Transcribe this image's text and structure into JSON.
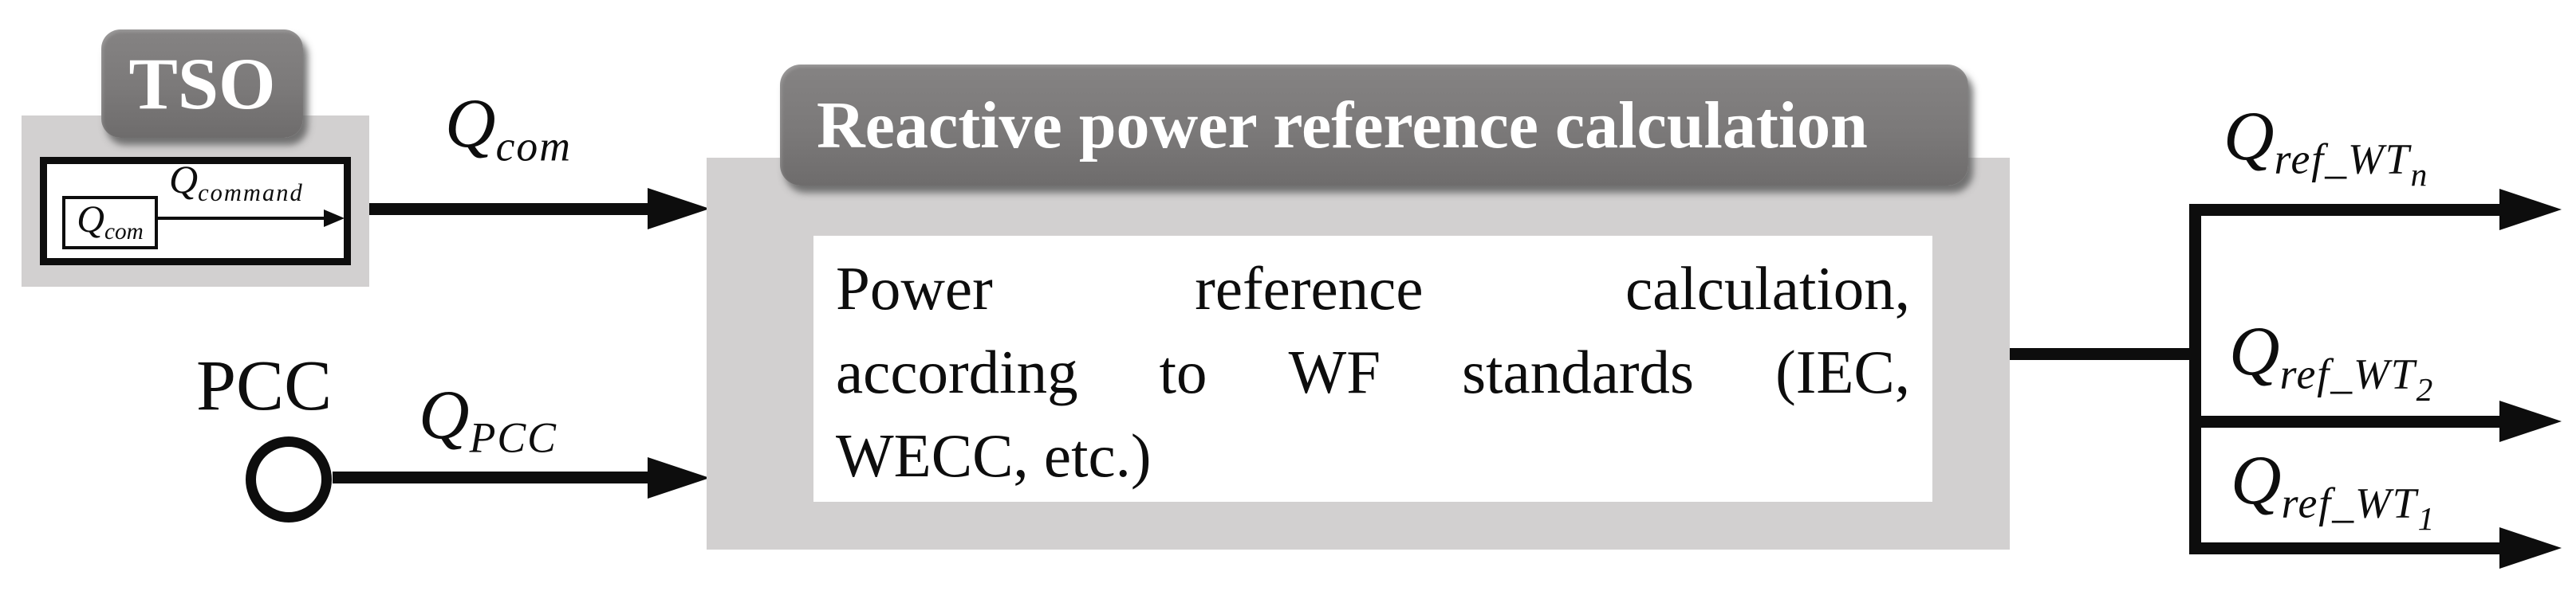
{
  "colors": {
    "block_gray": "#7b7979",
    "panel_gray": "#d2d0d0",
    "line_black": "#0d0d0d",
    "text_white": "#ffffff"
  },
  "tso": {
    "badge_label": "TSO",
    "source_signal": {
      "base": "Q",
      "sub": "com"
    },
    "internal_arrow_label": {
      "base": "Q",
      "sub": "command"
    }
  },
  "inputs": {
    "q_com": {
      "base": "Q",
      "sub": "com"
    },
    "pcc_label": "PCC",
    "q_pcc": {
      "base": "Q",
      "sub": "PCC"
    }
  },
  "main_block": {
    "title": "Reactive power reference calculation",
    "body_line1": "Power reference calculation,",
    "body_line2": "according to WF standards (IEC,",
    "body_line3": "WECC, etc.)"
  },
  "outputs": [
    {
      "base": "Q",
      "sub": "ref_WT",
      "subsub": "n"
    },
    {
      "base": "Q",
      "sub": "ref_WT",
      "subsub": "2"
    },
    {
      "base": "Q",
      "sub": "ref_WT",
      "subsub": "1"
    }
  ]
}
